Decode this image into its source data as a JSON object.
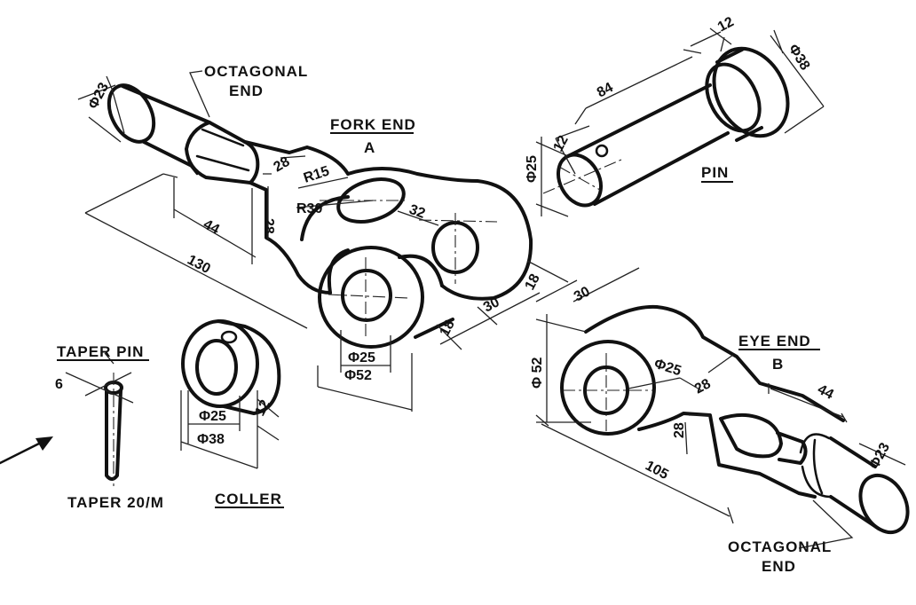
{
  "labels": {
    "octagonal_end_top_1": "OCTAGONAL",
    "octagonal_end_top_2": "END",
    "fork_end_1": "FORK END",
    "fork_end_2": "A",
    "pin": "PIN",
    "eye_end_1": "EYE END",
    "eye_end_2": "B",
    "taper_pin": "TAPER PIN",
    "taper": "TAPER 20/M",
    "collar": "COLLER",
    "octagonal_end_bottom_1": "OCTAGONAL",
    "octagonal_end_bottom_2": "END"
  },
  "dimensions": {
    "fork_dia_23": "Φ23",
    "fork_28_top": "28",
    "fork_28_side": "28",
    "fork_44": "44",
    "fork_130": "130",
    "fork_r15": "R15",
    "fork_r30": "R30",
    "fork_32": "32",
    "fork_18a": "18",
    "fork_30": "30",
    "fork_18b": "18",
    "fork_dia_25": "Φ25",
    "fork_dia_52": "Φ52",
    "pin_84": "84",
    "pin_12_top": "12",
    "pin_dia_38": "Φ38",
    "pin_dia_25": "Φ25",
    "pin_12_head": "12",
    "eye_30": "30",
    "eye_dia_52": "Φ 52",
    "eye_dia_25": "Φ25",
    "eye_28_top": "28",
    "eye_28_side": "28",
    "eye_44": "44",
    "eye_105": "105",
    "eye_dia_23": "Φ23",
    "taper_6": "6",
    "collar_dia_25": "Φ25",
    "collar_dia_38": "Φ38",
    "collar_12": "12"
  }
}
